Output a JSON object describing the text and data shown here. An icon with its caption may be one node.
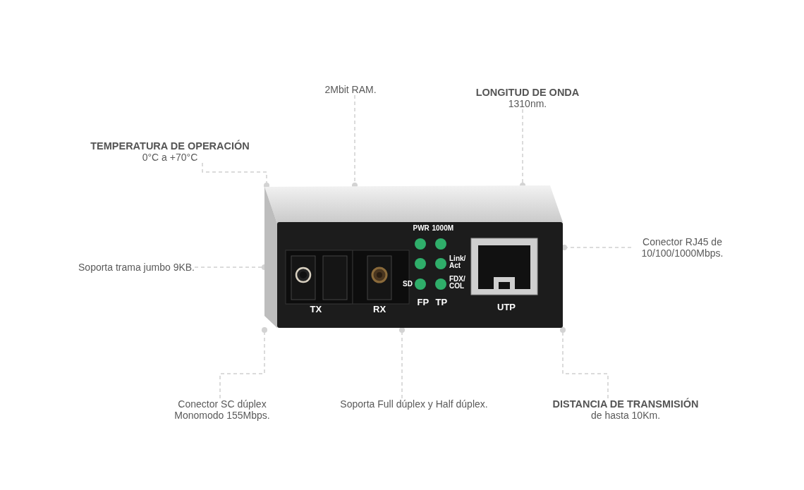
{
  "diagram": {
    "nodes": [
      {
        "text": [],
        "shape": "picture"
      },
      {
        "text": [
          "2Mbit RAM."
        ]
      },
      {
        "text": [
          "LONGITUD DE ONDA",
          "1310nm."
        ]
      },
      {
        "text": [
          "TEMPERATURA DE OPERACIÓN",
          "0°C a +70°C"
        ]
      },
      {
        "text": [
          "Soporta trama jumbo 9KB."
        ]
      },
      {
        "text": [
          "Conector RJ45 de 10/100/1000Mbps."
        ]
      },
      {
        "text": [
          "Conector SC dúplex Monomodo 155Mbps."
        ]
      },
      {
        "text": [
          "Soporta Full dúplex y Half dúplex."
        ]
      },
      {
        "text": [
          "DISTANCIA DE TRANSMISIÓN",
          "de hasta 10Km."
        ]
      }
    ],
    "edges": [
      {
        "from": 1,
        "to": 0,
        "arrow": "other",
        "style": "dashed"
      },
      {
        "from": 2,
        "to": 0,
        "arrow": "other",
        "style": "dashed"
      },
      {
        "from": 3,
        "to": 0,
        "arrow": "other",
        "style": "dashed"
      },
      {
        "from": 4,
        "to": 0,
        "arrow": "other",
        "style": "dashed"
      },
      {
        "from": 5,
        "to": 0,
        "arrow": "other",
        "style": "dashed"
      },
      {
        "from": 6,
        "to": 0,
        "arrow": "other",
        "style": "dashed"
      },
      {
        "from": 7,
        "to": 0,
        "arrow": "other",
        "style": "dashed"
      },
      {
        "from": 8,
        "to": 0,
        "arrow": "other",
        "style": "dashed"
      }
    ],
    "labels": [
      "PWR",
      "1000M",
      "Link/ Act",
      "SD",
      "FDX/ COL",
      "FP",
      "TP",
      "TX",
      "RX",
      "UTP"
    ]
  }
}
